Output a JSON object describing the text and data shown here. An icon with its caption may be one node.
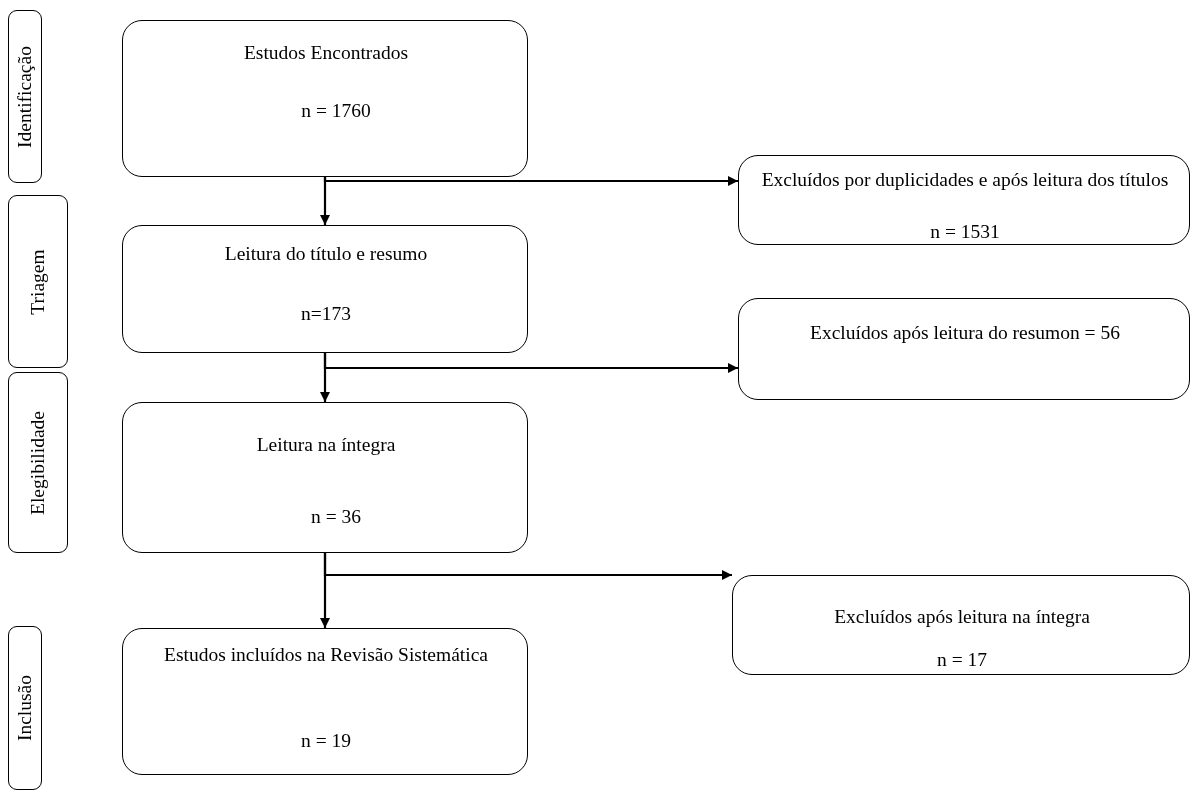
{
  "diagram": {
    "nodes": [
      {
        "text": [
          "Identificação"
        ]
      },
      {
        "text": [
          "Triagem"
        ]
      },
      {
        "text": [
          "Elegibilidade"
        ]
      },
      {
        "text": [
          "Inclusão"
        ]
      },
      {
        "text": [
          "Estudos Encontrados",
          "n = 1760"
        ]
      },
      {
        "text": [
          "Excluídos por duplicidades e após leitura dos títulos",
          "n = 1531"
        ]
      },
      {
        "text": [
          "Leitura do título e resumo",
          "n=173"
        ]
      },
      {
        "text": [
          "Excluídos após leitura do resumon = 56"
        ]
      },
      {
        "text": [
          "Leitura na íntegra",
          "n = 36"
        ]
      },
      {
        "text": [
          "Excluídos após leitura na íntegra",
          "n = 17"
        ]
      },
      {
        "text": [
          "Estudos incluídos na Revisão Sistemática",
          "n = 19"
        ]
      }
    ],
    "edges": [
      {
        "from": 4,
        "to": 6,
        "arrow": "to"
      },
      {
        "from": 4,
        "to": 5,
        "arrow": "to"
      },
      {
        "from": 6,
        "to": 8,
        "arrow": "to"
      },
      {
        "from": 6,
        "to": 7,
        "arrow": "to"
      },
      {
        "from": 8,
        "to": 10,
        "arrow": "to"
      },
      {
        "from": 8,
        "to": 9,
        "arrow": "to"
      }
    ]
  }
}
